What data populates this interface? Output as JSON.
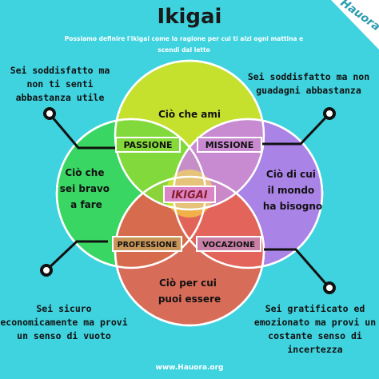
{
  "title": "Ikigai",
  "subtitle": "Possiamo definire l'ikigai come la ragione per cui ti alzi ogni mattina e scendi dal letto",
  "notes": {
    "top_left": "Sei soddisfatto ma non ti senti abbastanza utile",
    "top_right": "Sei soddisfatto ma non guadagni abbastanza",
    "bottom_left": "Sei sicuro economicamente ma provi un senso di vuoto",
    "bottom_right": "Sei gratificato ed emozionato ma provi un costante senso di incertezza"
  },
  "circles": {
    "top": "Ciò che ami",
    "left": "Ciò che sei bravo a fare",
    "right": "Ciò di cui il mondo ha bisogno",
    "bottom": "Ciò per cui puoi essere pagato"
  },
  "intersections": {
    "passione": "PASSIONE",
    "missione": "MISSIONE",
    "professione": "PROFESSIONE",
    "vocazione": "VOCAZIONE",
    "center": "IKIGAI"
  },
  "logo_text": "Hauora",
  "footer": "www.Hauora.org",
  "colors": {
    "background": "#3fd3df",
    "circle_top": "#c6e02e",
    "circle_left": "#3ad659",
    "circle_right": "#b37ce6",
    "circle_bottom": "#e8614a",
    "center": "#ffef3a"
  }
}
